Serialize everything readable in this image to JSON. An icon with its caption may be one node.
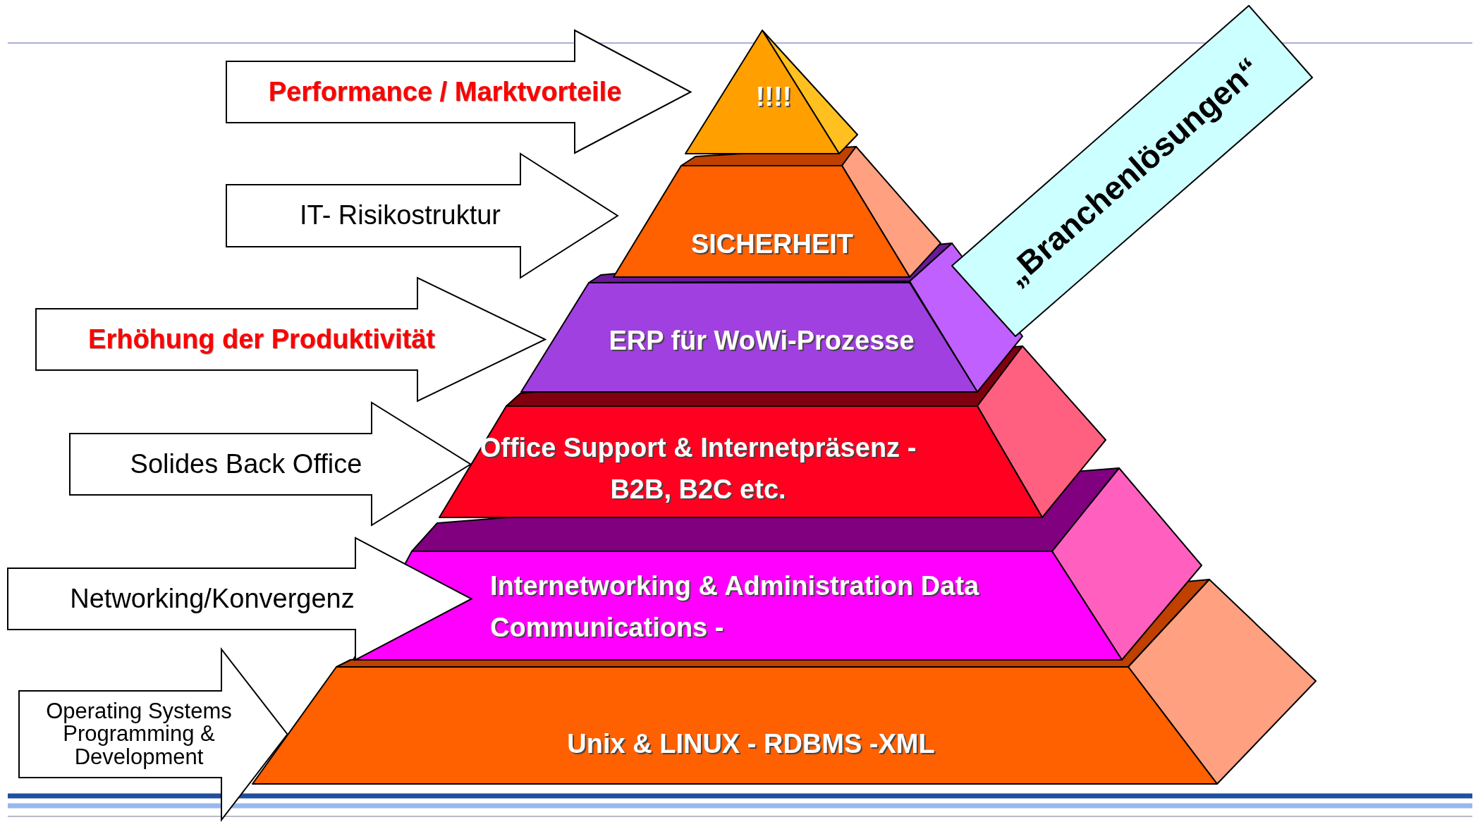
{
  "diagram": {
    "nodes": [
      {
        "text": [
          "!!!!"
        ]
      },
      {
        "text": [
          "SICHERHEIT"
        ]
      },
      {
        "text": [
          "ERP für WoWi-Prozesse"
        ]
      },
      {
        "text": [
          "Office Support & Internetpräsenz - B2B, B2C etc."
        ]
      },
      {
        "text": [
          "Internetworking & Administration Data Communications -"
        ]
      },
      {
        "text": [
          "Unix & LINUX - RDBMS -XML"
        ]
      },
      {
        "text": [
          "„Branchenlösungen“"
        ]
      }
    ],
    "edges": [
      {
        "from": null,
        "to": 0,
        "arrow": "to",
        "label": "Performance / Marktvorteile"
      },
      {
        "from": null,
        "to": 1,
        "arrow": "to",
        "label": "IT- Risikostruktur"
      },
      {
        "from": null,
        "to": 2,
        "arrow": "to",
        "label": "Erhöhung der Produktivität"
      },
      {
        "from": null,
        "to": 3,
        "arrow": "to",
        "label": "Solides Back Office"
      },
      {
        "from": null,
        "to": 4,
        "arrow": "to",
        "label": "Networking/Konvergenz"
      },
      {
        "from": null,
        "to": 5,
        "arrow": "to",
        "label": "Operating Systems Programming & Development"
      }
    ]
  }
}
